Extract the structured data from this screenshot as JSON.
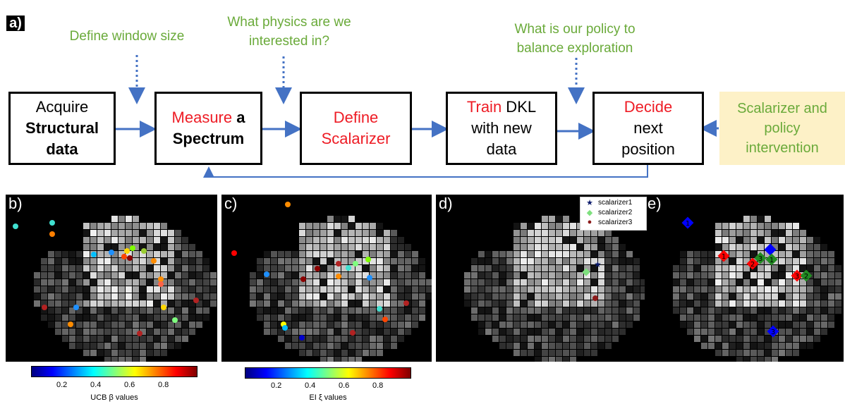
{
  "panel_a": {
    "label": "a)",
    "notes": {
      "window": "Define window size",
      "physics_line1": "What physics are we",
      "physics_line2": "interested in?",
      "policy_line1": "What is our policy to",
      "policy_line2": "balance exploration"
    },
    "boxes": {
      "acquire": {
        "line1": "Acquire",
        "line2": "Structural",
        "line3": "data"
      },
      "measure": {
        "red": "Measure",
        "rest": " a",
        "line2": "Spectrum"
      },
      "define": {
        "line1": "Define",
        "line2": "Scalarizer"
      },
      "train": {
        "red": "Train",
        "rest": " DKL",
        "line2": "with new",
        "line3": "data"
      },
      "decide": {
        "red": "Decide",
        "line2": "next",
        "line3": "position"
      }
    },
    "intervention": {
      "line1": "Scalarizer and",
      "line2": "policy",
      "line3": "intervention"
    },
    "colors": {
      "note_green": "#6aaa3a",
      "arrow_blue": "#4472c4",
      "highlight_red": "#ee1c25",
      "intervention_bg": "#fdf1c7"
    }
  },
  "panel_b": {
    "label": "b)",
    "colorbar": {
      "ticks": [
        "0.2",
        "0.4",
        "0.6",
        "0.8"
      ],
      "title": "UCB β values"
    }
  },
  "panel_c": {
    "label": "c)",
    "colorbar": {
      "ticks": [
        "0.2",
        "0.4",
        "0.6",
        "0.8"
      ],
      "title": "EI ξ values"
    }
  },
  "panel_d": {
    "label": "d)",
    "legend": [
      {
        "symbol": "★",
        "color": "#0b1a6b",
        "label": "scalarizer1"
      },
      {
        "symbol": "◆",
        "color": "#7ee07e",
        "label": "scalarizer2"
      },
      {
        "symbol": "●",
        "color": "#8b1a1a",
        "label": "scalarizer3"
      }
    ]
  },
  "panel_e": {
    "label": "e)",
    "markers": [
      {
        "color": "#0000ff",
        "text": "1"
      },
      {
        "color": "#ff0000",
        "text": "1"
      },
      {
        "color": "#0000ff",
        "text": ""
      },
      {
        "color": "#ff0000",
        "text": "2"
      },
      {
        "color": "#228b22",
        "text": "3"
      },
      {
        "color": "#228b22",
        "text": "1"
      },
      {
        "color": "#ff0000",
        "text": "3"
      },
      {
        "color": "#228b22",
        "text": "2"
      },
      {
        "color": "#0000ff",
        "text": "3"
      }
    ]
  }
}
